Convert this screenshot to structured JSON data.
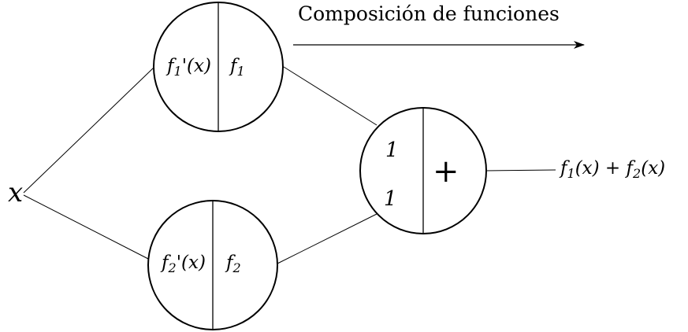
{
  "diagram": {
    "title": "Composición de funciones",
    "input_label": "x",
    "node_top": {
      "left_main": "f",
      "left_sub": "1",
      "left_suffix": "'(x)",
      "right_main": "f",
      "right_sub": "1"
    },
    "node_bottom": {
      "left_main": "f",
      "left_sub": "2",
      "left_suffix": "'(x)",
      "right_main": "f",
      "right_sub": "2"
    },
    "node_sum": {
      "weight_top": "1",
      "weight_bottom": "1",
      "operator": "+"
    },
    "output": {
      "a_main": "f",
      "a_sub": "1",
      "a_suffix": "(x) + ",
      "b_main": "f",
      "b_sub": "2",
      "b_suffix": "(x)"
    },
    "colors": {
      "stroke": "#000000",
      "background": "#ffffff"
    }
  }
}
